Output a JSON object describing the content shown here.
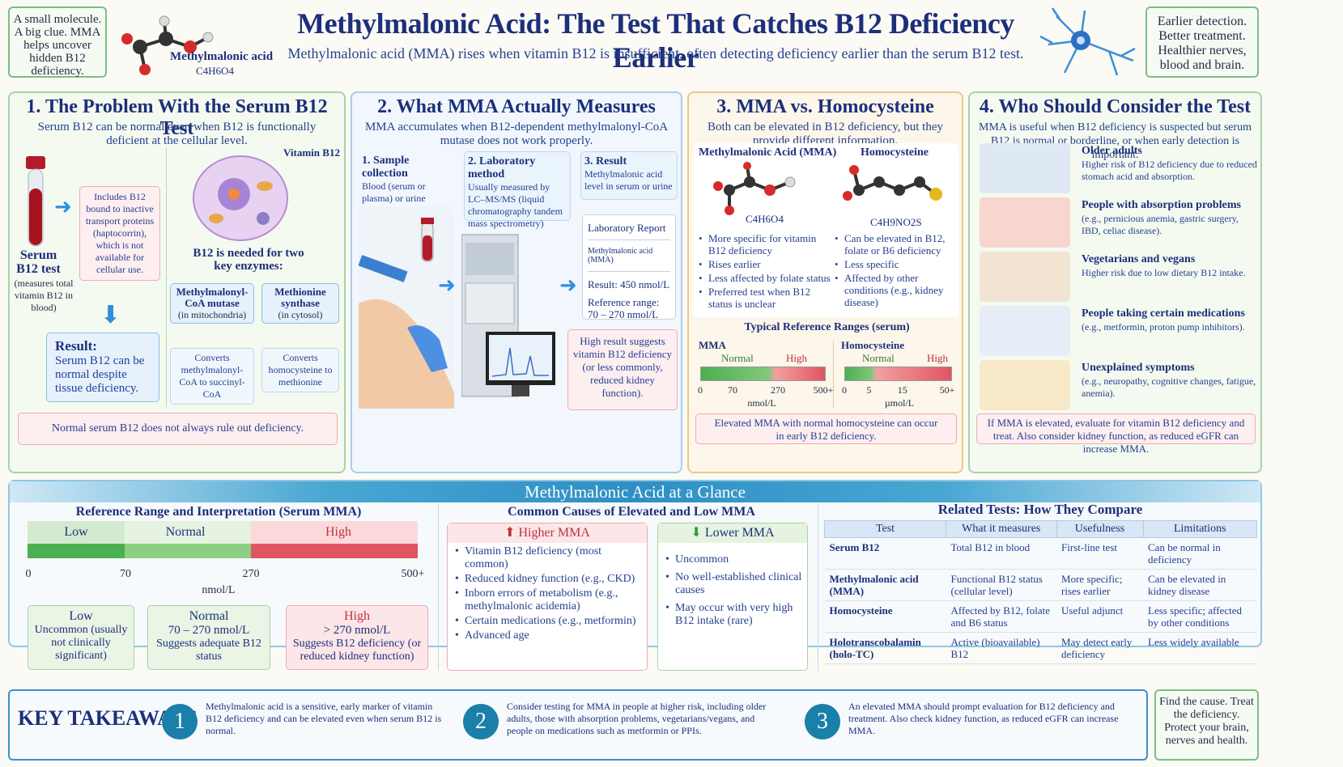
{
  "header": {
    "title": "Methylmalonic Acid: The Test That Catches B12 Deficiency Earlier",
    "subtitle": "Methylmalonic acid (MMA) rises when vitamin B12 is insufficient, often detecting deficiency earlier than the serum B12 test.",
    "left_note": "A small molecule. A big clue. MMA helps uncover hidden B12 deficiency.",
    "molecule_name": "Methylmalonic acid",
    "molecule_formula": "C4H6O4",
    "right_note": "Earlier detection. Better treatment. Healthier nerves, blood and brain."
  },
  "p1": {
    "title": "1.  The Problem With the Serum B12 Test",
    "subtitle": "Serum B12 can be normal even when B12 is functionally deficient at the cellular level.",
    "tube_label": "Serum B12 test",
    "tube_note": "(measures total vitamin B12 in blood)",
    "inactive_note": "Includes B12 bound to inactive transport proteins (haptocorrin), which is not available for cellular use.",
    "vitamin_label": "Vitamin B12",
    "enzymes_title": "B12 is needed for two key enzymes:",
    "enzyme1_name": "Methylmalonyl-CoA mutase",
    "enzyme1_loc": "(in mitochondria)",
    "enzyme1_fn": "Converts methylmalonyl-CoA to succinyl-CoA",
    "enzyme2_name": "Methionine synthase",
    "enzyme2_loc": "(in cytosol)",
    "enzyme2_fn": "Converts homocysteine to methionine",
    "result_title": "Result:",
    "result_text": "Serum B12 can be normal despite tissue deficiency.",
    "footer": "Normal serum B12 does not always rule out deficiency."
  },
  "p2": {
    "title": "2.  What MMA Actually Measures",
    "subtitle": "MMA accumulates when B12-dependent methylmalonyl-CoA mutase does not work properly.",
    "step1_title": "1. Sample collection",
    "step1_text": "Blood (serum or plasma) or urine",
    "step2_title": "2. Laboratory method",
    "step2_text": "Usually measured by LC–MS/MS (liquid chromatography tandem mass spectrometry)",
    "step3_title": "3. Result",
    "step3_text": "Methylmalonic acid level in serum or urine",
    "report_title": "Laboratory Report",
    "report_analyte": "Methylmalonic acid (MMA)",
    "report_result": "Result: 450 nmol/L",
    "report_range": "Reference range: 70 – 270 nmol/L",
    "high_note": "High result suggests vitamin B12 deficiency (or less commonly, reduced kidney function)."
  },
  "p3": {
    "title": "3.  MMA vs. Homocysteine",
    "subtitle": "Both can be elevated in B12 deficiency, but they provide different information.",
    "mma_title": "Methylmalonic Acid (MMA)",
    "mma_formula": "C4H6O4",
    "mma_points": [
      "More specific for vitamin B12 deficiency",
      "Rises earlier",
      "Less affected by folate status",
      "Preferred test when B12 status is unclear"
    ],
    "hcy_title": "Homocysteine",
    "hcy_formula": "C4H9NO2S",
    "hcy_points": [
      "Can be elevated in B12, folate or B6 deficiency",
      "Less specific",
      "Affected by other conditions (e.g., kidney disease)"
    ],
    "ranges_title": "Typical Reference Ranges (serum)",
    "mma_label": "MMA",
    "hcy_label": "Homocysteine",
    "normal": "Normal",
    "high": "High",
    "mma_ticks": [
      "0",
      "70",
      "270",
      "500+"
    ],
    "mma_unit": "nmol/L",
    "hcy_ticks": [
      "0",
      "5",
      "15",
      "50+"
    ],
    "hcy_unit": "µmol/L",
    "footer": "Elevated MMA with normal homocysteine can occur in early B12 deficiency."
  },
  "p4": {
    "title": "4.  Who Should Consider the Test",
    "subtitle": "MMA is useful when B12 deficiency is suspected but serum B12 is normal or borderline, or when early detection is important.",
    "groups": [
      {
        "title": "Older adults",
        "text": "Higher risk of B12 deficiency due to reduced stomach acid and absorption."
      },
      {
        "title": "People with absorption problems",
        "text": "(e.g., pernicious anemia, gastric surgery, IBD, celiac disease)."
      },
      {
        "title": "Vegetarians and vegans",
        "text": "Higher risk due to low dietary B12 intake."
      },
      {
        "title": "People taking certain medications",
        "text": "(e.g., metformin, proton pump inhibitors)."
      },
      {
        "title": "Unexplained symptoms",
        "text": "(e.g., neuropathy, cognitive changes, fatigue, anemia)."
      }
    ],
    "footer": "If MMA is elevated, evaluate for vitamin B12 deficiency and treat. Also consider kidney function, as reduced eGFR can increase MMA."
  },
  "glance": {
    "title": "Methylmalonic Acid at a Glance",
    "ref_title": "Reference Range and Interpretation (Serum MMA)",
    "bar_low": "Low",
    "bar_normal": "Normal",
    "bar_high": "High",
    "ticks": [
      "0",
      "70",
      "270",
      "500+"
    ],
    "unit": "nmol/L",
    "low_box": {
      "title": "Low",
      "text": "Uncommon (usually not clinically significant)"
    },
    "normal_box": {
      "title": "Normal",
      "range": "70 – 270 nmol/L",
      "text": "Suggests adequate B12 status"
    },
    "high_box": {
      "title": "High",
      "range": "> 270 nmol/L",
      "text": "Suggests B12 deficiency (or reduced kidney function)"
    },
    "causes_title": "Common Causes of Elevated and Low MMA",
    "higher_title": "Higher MMA",
    "higher_items": [
      "Vitamin B12 deficiency (most common)",
      "Reduced kidney function (e.g., CKD)",
      "Inborn errors of metabolism (e.g., methylmalonic acidemia)",
      "Certain medications (e.g., metformin)",
      "Advanced age"
    ],
    "lower_title": "Lower MMA",
    "lower_items": [
      "Uncommon",
      "No well-established clinical causes",
      "May occur with very high B12 intake (rare)"
    ],
    "related_title": "Related Tests: How They Compare",
    "table_headers": [
      "Test",
      "What it measures",
      "Usefulness",
      "Limitations"
    ],
    "table_rows": [
      [
        "Serum B12",
        "Total B12 in blood",
        "First-line test",
        "Can be normal in deficiency"
      ],
      [
        "Methylmalonic acid (MMA)",
        "Functional B12 status (cellular level)",
        "More specific; rises earlier",
        "Can be elevated in kidney disease"
      ],
      [
        "Homocysteine",
        "Affected by B12, folate and B6 status",
        "Useful adjunct",
        "Less specific; affected by other conditions"
      ],
      [
        "Holotranscobalamin (holo-TC)",
        "Active (bioavailable) B12",
        "May detect early deficiency",
        "Less widely available"
      ]
    ]
  },
  "takeaways": {
    "title": "KEY TAKEAWAYS",
    "items": [
      {
        "n": "1",
        "text": "Methylmalonic acid is a sensitive, early marker of vitamin B12 deficiency and can be elevated even when serum B12 is normal."
      },
      {
        "n": "2",
        "text": "Consider testing for MMA in people at higher risk, including older adults, those with absorption problems, vegetarians/vegans, and people on medications such as metformin or PPIs."
      },
      {
        "n": "3",
        "text": "An elevated MMA should prompt evaluation for B12 deficiency and treatment. Also check kidney function, as reduced eGFR can increase MMA."
      }
    ],
    "closing": "Find the cause. Treat the deficiency. Protect your brain, nerves and health."
  },
  "colors": {
    "navy": "#1d2f7a",
    "green": "#4caf50",
    "red": "#e05561",
    "blue": "#2f8ee0",
    "teal": "#1a7fa9"
  }
}
